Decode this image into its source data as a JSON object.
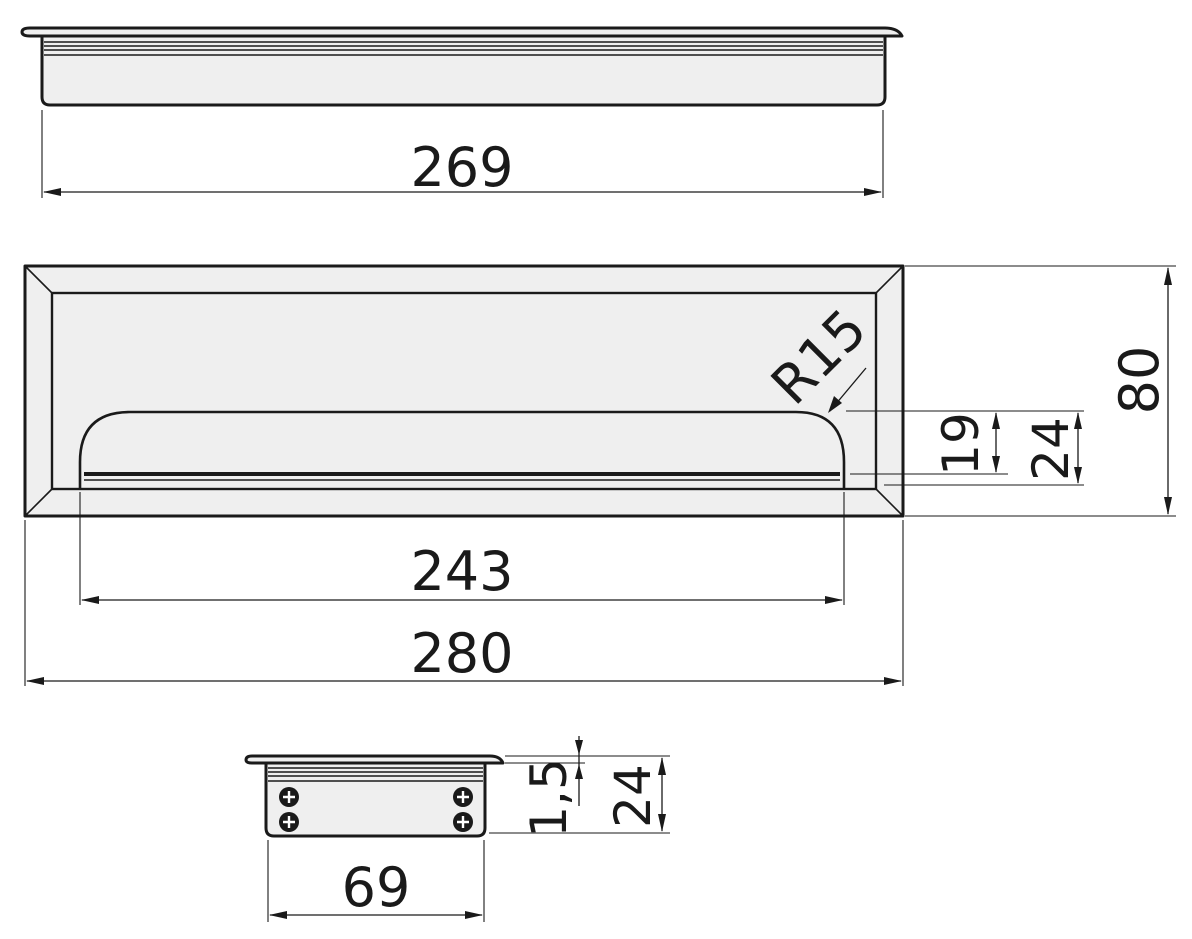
{
  "dimensions": {
    "top_width": "269",
    "cutout_width": "243",
    "overall_width": "280",
    "radius": "R15",
    "inner_height": "19",
    "outer_height_front": "24",
    "overall_depth": "80",
    "side_lip": "1,5",
    "side_height": "24",
    "side_width": "69"
  },
  "colors": {
    "line": "#1a1a1a",
    "fill": "#efefef",
    "background": "#ffffff"
  }
}
